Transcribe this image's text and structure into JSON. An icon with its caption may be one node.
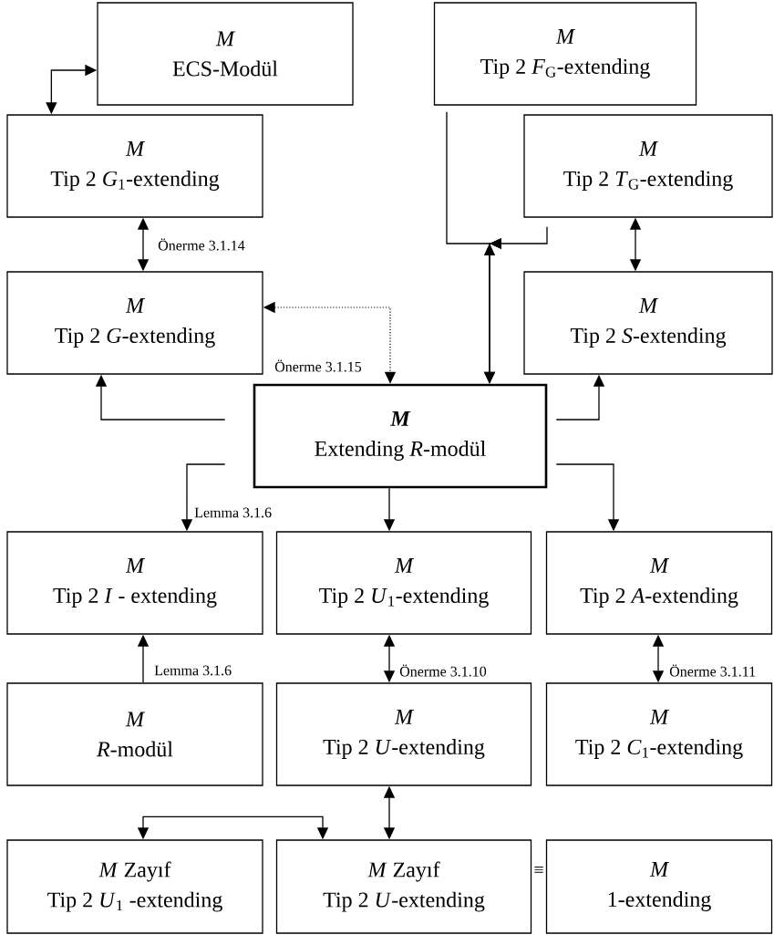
{
  "diagram": {
    "nodes": [
      {
        "text": [
          "M",
          "ECS-Modül"
        ]
      },
      {
        "text": [
          "M",
          "Tip 2 *F*$_{G}$-extending"
        ]
      },
      {
        "text": [
          "M",
          "Tip 2 *G*$_{1}$-extending"
        ]
      },
      {
        "text": [
          "M",
          "Tip 2 *T*$_{G}$-extending"
        ]
      },
      {
        "text": [
          "M",
          "Tip 2 *G*-extending"
        ]
      },
      {
        "text": [
          "M",
          "Tip 2 *S*-extending"
        ]
      },
      {
        "text": [
          "M",
          "Extending *R*-modül"
        ]
      },
      {
        "text": [
          "M",
          "Tip 2 *I* - extending"
        ]
      },
      {
        "text": [
          "M",
          "Tip 2 *U*$_{1}$-extending"
        ]
      },
      {
        "text": [
          "M",
          "Tip 2 *A*-extending"
        ]
      },
      {
        "text": [
          "M",
          "*R*-modül"
        ]
      },
      {
        "text": [
          "M",
          "Tip 2 *U*-extending"
        ]
      },
      {
        "text": [
          "M",
          "Tip 2 *C*$_{1}$-extending"
        ]
      },
      {
        "text": [
          "*M* Zayıf",
          "Tip 2 *U*$_{1}$ -extending"
        ]
      },
      {
        "text": [
          "*M* Zayıf",
          "Tip 2 *U*-extending"
        ]
      },
      {
        "text": [
          "M",
          "1-extending"
        ]
      }
    ],
    "edges": [
      {
        "from": 2,
        "to": 0,
        "arrow": "both"
      },
      {
        "from": 2,
        "to": 4,
        "arrow": "both",
        "label": "Önerme 3.1.14"
      },
      {
        "from": 4,
        "to": 6,
        "arrow": "both",
        "style": "dashed",
        "label": "Önerme 3.1.15"
      },
      {
        "from": 1,
        "to": 6,
        "arrow": "to"
      },
      {
        "from": 3,
        "to": 6,
        "arrow": "to"
      },
      {
        "from": 3,
        "to": 5,
        "arrow": "both"
      },
      {
        "from": 6,
        "to": 4,
        "arrow": "to"
      },
      {
        "from": 6,
        "to": 5,
        "arrow": "to"
      },
      {
        "from": 6,
        "to": 7,
        "arrow": "to",
        "label": "Lemma 3.1.6"
      },
      {
        "from": 6,
        "to": 8,
        "arrow": "to"
      },
      {
        "from": 6,
        "to": 9,
        "arrow": "to"
      },
      {
        "from": 10,
        "to": 7,
        "arrow": "to",
        "label": "Lemma 3.1.6"
      },
      {
        "from": 8,
        "to": 11,
        "arrow": "both",
        "label": "Önerme 3.1.10"
      },
      {
        "from": 9,
        "to": 12,
        "arrow": "both",
        "label": "Önerme 3.1.11"
      },
      {
        "from": 11,
        "to": 14,
        "arrow": "both"
      },
      {
        "from": 13,
        "to": 14,
        "arrow": "both"
      }
    ],
    "labels": [
      "≡"
    ]
  }
}
